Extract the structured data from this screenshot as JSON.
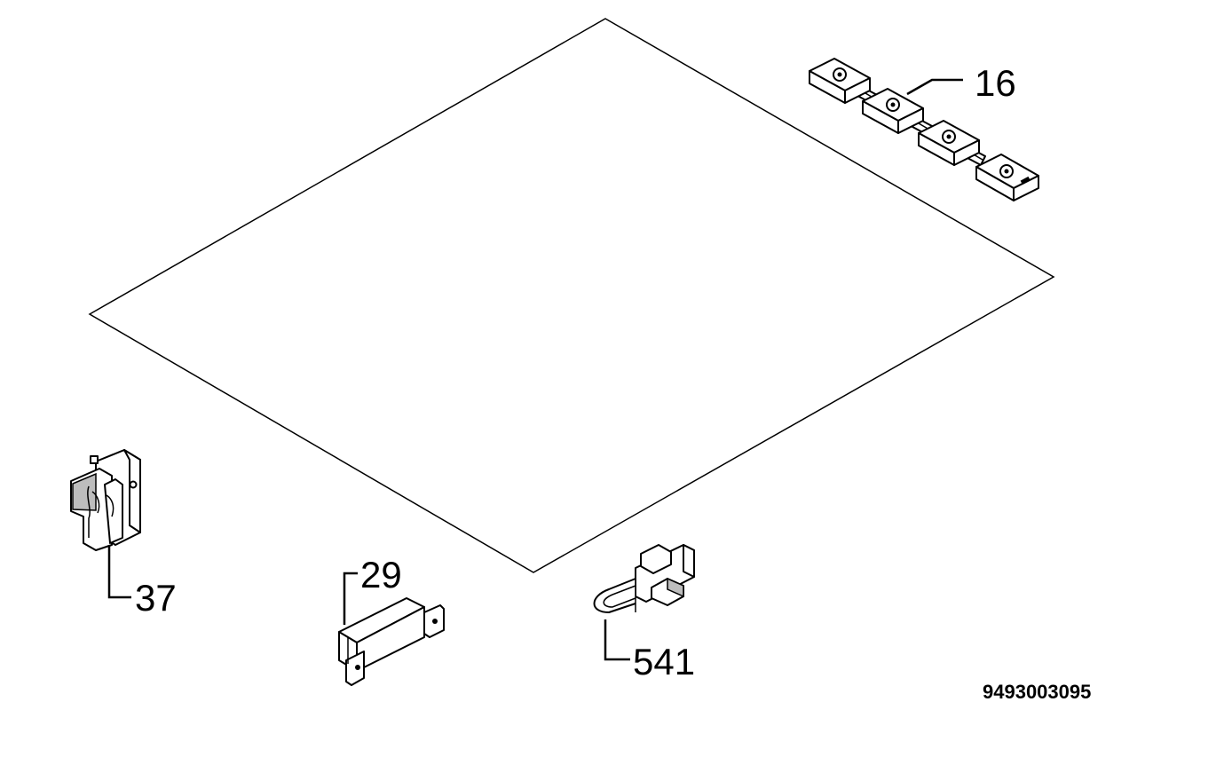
{
  "diagram": {
    "colors": {
      "line": "#000000",
      "background": "#ffffff",
      "shade": "#bdbdbd"
    },
    "parts": [
      {
        "id": "16",
        "label": "16",
        "icon": "terminal-strip-icon"
      },
      {
        "id": "37",
        "label": "37",
        "icon": "hinge-bracket-icon"
      },
      {
        "id": "29",
        "label": "29",
        "icon": "magnet-catch-icon"
      },
      {
        "id": "541",
        "label": "541",
        "icon": "latch-clip-icon"
      }
    ],
    "document_number": "9493003095"
  }
}
